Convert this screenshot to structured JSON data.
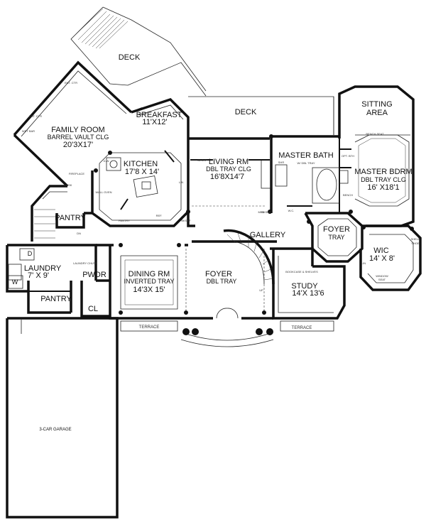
{
  "rooms": {
    "deck_top": "DECK",
    "deck_mid": "DECK",
    "sitting_1": "SITTING",
    "sitting_2": "AREA",
    "breakfast_name": "BREAKFAST",
    "breakfast_dim": "11'X12'",
    "family_name": "FAMILY ROOM",
    "family_sub": "BARREL VAULT CLG",
    "family_dim": "20'3X17'",
    "kitchen_name": "KITCHEN",
    "kitchen_dim": "17'8 X 14'",
    "living_name": "LIVING RM",
    "living_sub": "DBL TRAY CLG",
    "living_dim": "16'8X14'7",
    "master_bath_name": "MASTER BATH",
    "master_bath_sub": "W/ DBL TRAY",
    "master_bdrm_name": "MASTER BDRM",
    "master_bdrm_sub": "DBL TRAY CLG",
    "master_bdrm_dim": "16' X18'1",
    "pantry_upper": "PANTRY",
    "gallery": "GALLERY",
    "foyer_tray_name": "FOYER",
    "foyer_tray_sub": "TRAY",
    "wic_name": "WIC",
    "wic_dim": "14' X 8'",
    "laundry_name": "LAUNDRY",
    "laundry_dim": "7' X 9'",
    "washer": "W",
    "dryer": "D",
    "pwdr": "PWDR",
    "pantry_lower": "PANTRY",
    "closet": "CL",
    "dining_name": "DINING RM",
    "dining_sub": "INVERTED TRAY",
    "dining_dim": "14'3X 15'",
    "foyer_name": "FOYER",
    "foyer_sub": "DBL TRAY",
    "study_name": "STUDY",
    "study_dim": "14'X 13'6",
    "terrace_left": "TERRACE",
    "terrace_right": "TERRACE",
    "garage": "3-CAR GARAGE"
  },
  "notes": {
    "wet_bar": "WET BAR",
    "ent_ctr_1": "ENT. CTR",
    "ent_ctr_2": "ENT. CTR",
    "fireplace": "FIREPLACE",
    "desk": "DESK",
    "wall_oven": "WALL OVEN",
    "dw": "D.W.",
    "pantry_k": "PANTRY",
    "ref": "REF.",
    "bookshelf_k": "BKSHF",
    "bookshelf_l": "BKSHF",
    "bookshelf_lv": "BKSHF",
    "bench_seat": "BENCH SEAT",
    "linen": "LIN",
    "opt_bth": "OPT. BTH",
    "bench": "BENCH",
    "dn": "DN",
    "up": "UP",
    "laundry_chute": "LAUNDRY CHUTE",
    "bookcase": "BOOKCASE & SHELVES",
    "window_seat_1": "WINDOW",
    "window_seat_2": "SEAT",
    "shelf": "SHELF",
    "shoe": "SHOE",
    "lin_wic": "LIN",
    "med": "MED",
    "shr": "SHR",
    "wc": "W.C."
  }
}
